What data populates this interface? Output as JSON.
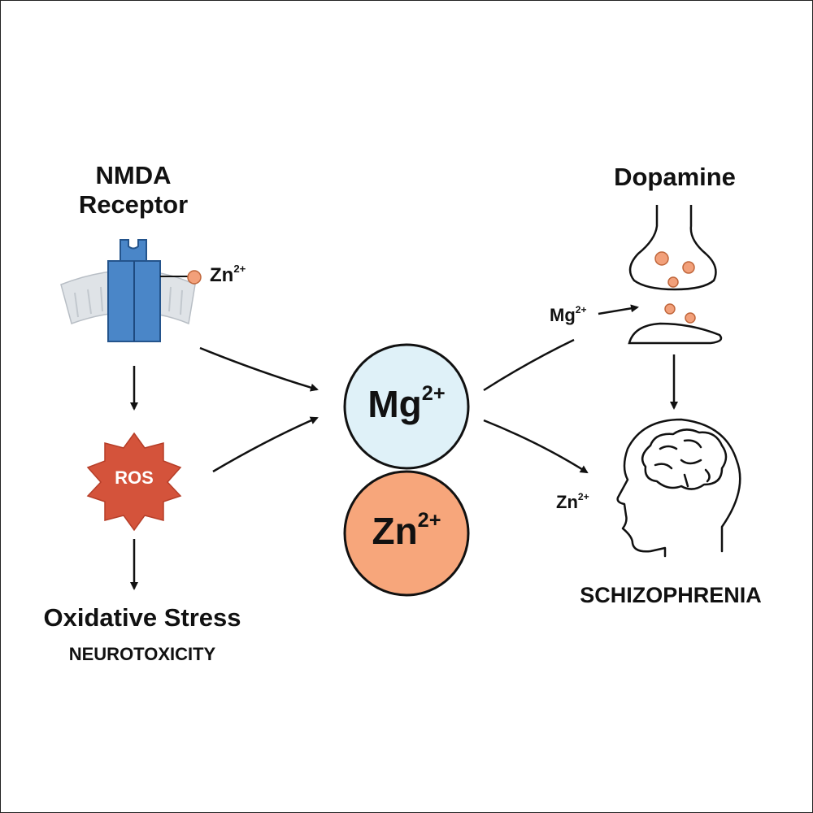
{
  "nmda": {
    "title_line1": "NMDA",
    "title_line2": "Receptor",
    "zn_label": "Zn",
    "zn_charge": "2+"
  },
  "ros": {
    "label": "ROS"
  },
  "outcomes": {
    "oxidative_stress": "Oxidative Stress",
    "neurotoxicity": "NEUROTOXICITY"
  },
  "center": {
    "mg": {
      "symbol": "Mg",
      "charge": "2+",
      "fill": "#dff1f8"
    },
    "zn": {
      "symbol": "Zn",
      "charge": "2+",
      "fill": "#f7a67b"
    }
  },
  "dopamine": {
    "title": "Dopamine",
    "mg_label": "Mg",
    "mg_charge": "2+"
  },
  "brain": {
    "zn_label": "Zn",
    "zn_charge": "2+",
    "caption": "SCHIZOPHRENIA"
  },
  "colors": {
    "receptor": "#4a86c8",
    "ros": "#d4533b",
    "vesicle": "#f2a07a",
    "membrane": "#d8dde2"
  }
}
